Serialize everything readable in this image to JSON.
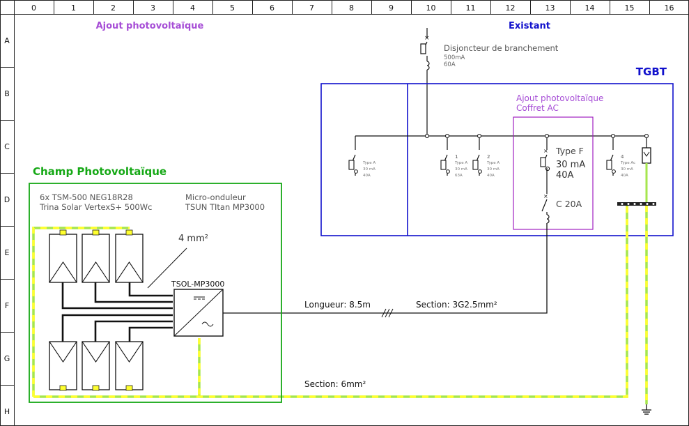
{
  "grid": {
    "columns": [
      "0",
      "1",
      "2",
      "3",
      "4",
      "5",
      "6",
      "7",
      "8",
      "9",
      "10",
      "11",
      "12",
      "13",
      "14",
      "15",
      "16"
    ],
    "rows": [
      "A",
      "B",
      "C",
      "D",
      "E",
      "F",
      "G",
      "H"
    ]
  },
  "sections": {
    "pv_addition_title": "Ajout photovoltaïque",
    "existing_title": "Existant",
    "tgbt_title": "TGBT",
    "pv_field_title": "Champ Photovoltaïque"
  },
  "main_breaker": {
    "name": "Disjoncteur de branchement",
    "rating_ma": "500mA",
    "rating_a": "60A"
  },
  "ac_box": {
    "line1": "Ajout photovoltaïque",
    "line2": "Coffret AC",
    "rcd_type": "Type F",
    "rcd_sensitivity": "30 mA",
    "rcd_rating": "40A",
    "breaker": "C 20A"
  },
  "tgbt_breakers": [
    {
      "id": "",
      "type": "Type A",
      "ma": "30 mA",
      "a": "40A"
    },
    {
      "id": "1",
      "type": "Type A",
      "ma": "30 mA",
      "a": "63A"
    },
    {
      "id": "2",
      "type": "Type A",
      "ma": "30 mA",
      "a": "40A"
    },
    {
      "id": "4",
      "type": "Type Ac",
      "ma": "30 mA",
      "a": "40A"
    }
  ],
  "pv_field": {
    "panels_line1": "6x TSM-500 NEG18R28",
    "panels_line2": "Trina Solar VertexS+ 500Wc",
    "inverter_line1": "Micro-onduleur",
    "inverter_line2": "TSUN TItan MP3000",
    "cable_section": "4 mm²",
    "inverter_label": "TSOL-MP3000"
  },
  "cable": {
    "length": "Longueur: 8.5m",
    "section": "Section: 3G2.5mm²",
    "earth_section": "Section: 6mm²"
  },
  "colors": {
    "pv_title": "#a64dd6",
    "existing_title": "#1010cc",
    "tgbt_frame": "#1010cc",
    "ac_box_frame": "#a020c0",
    "pv_field_frame": "#15a815",
    "earth_green": "#a6e64d",
    "earth_yellow": "#ffff2e"
  }
}
